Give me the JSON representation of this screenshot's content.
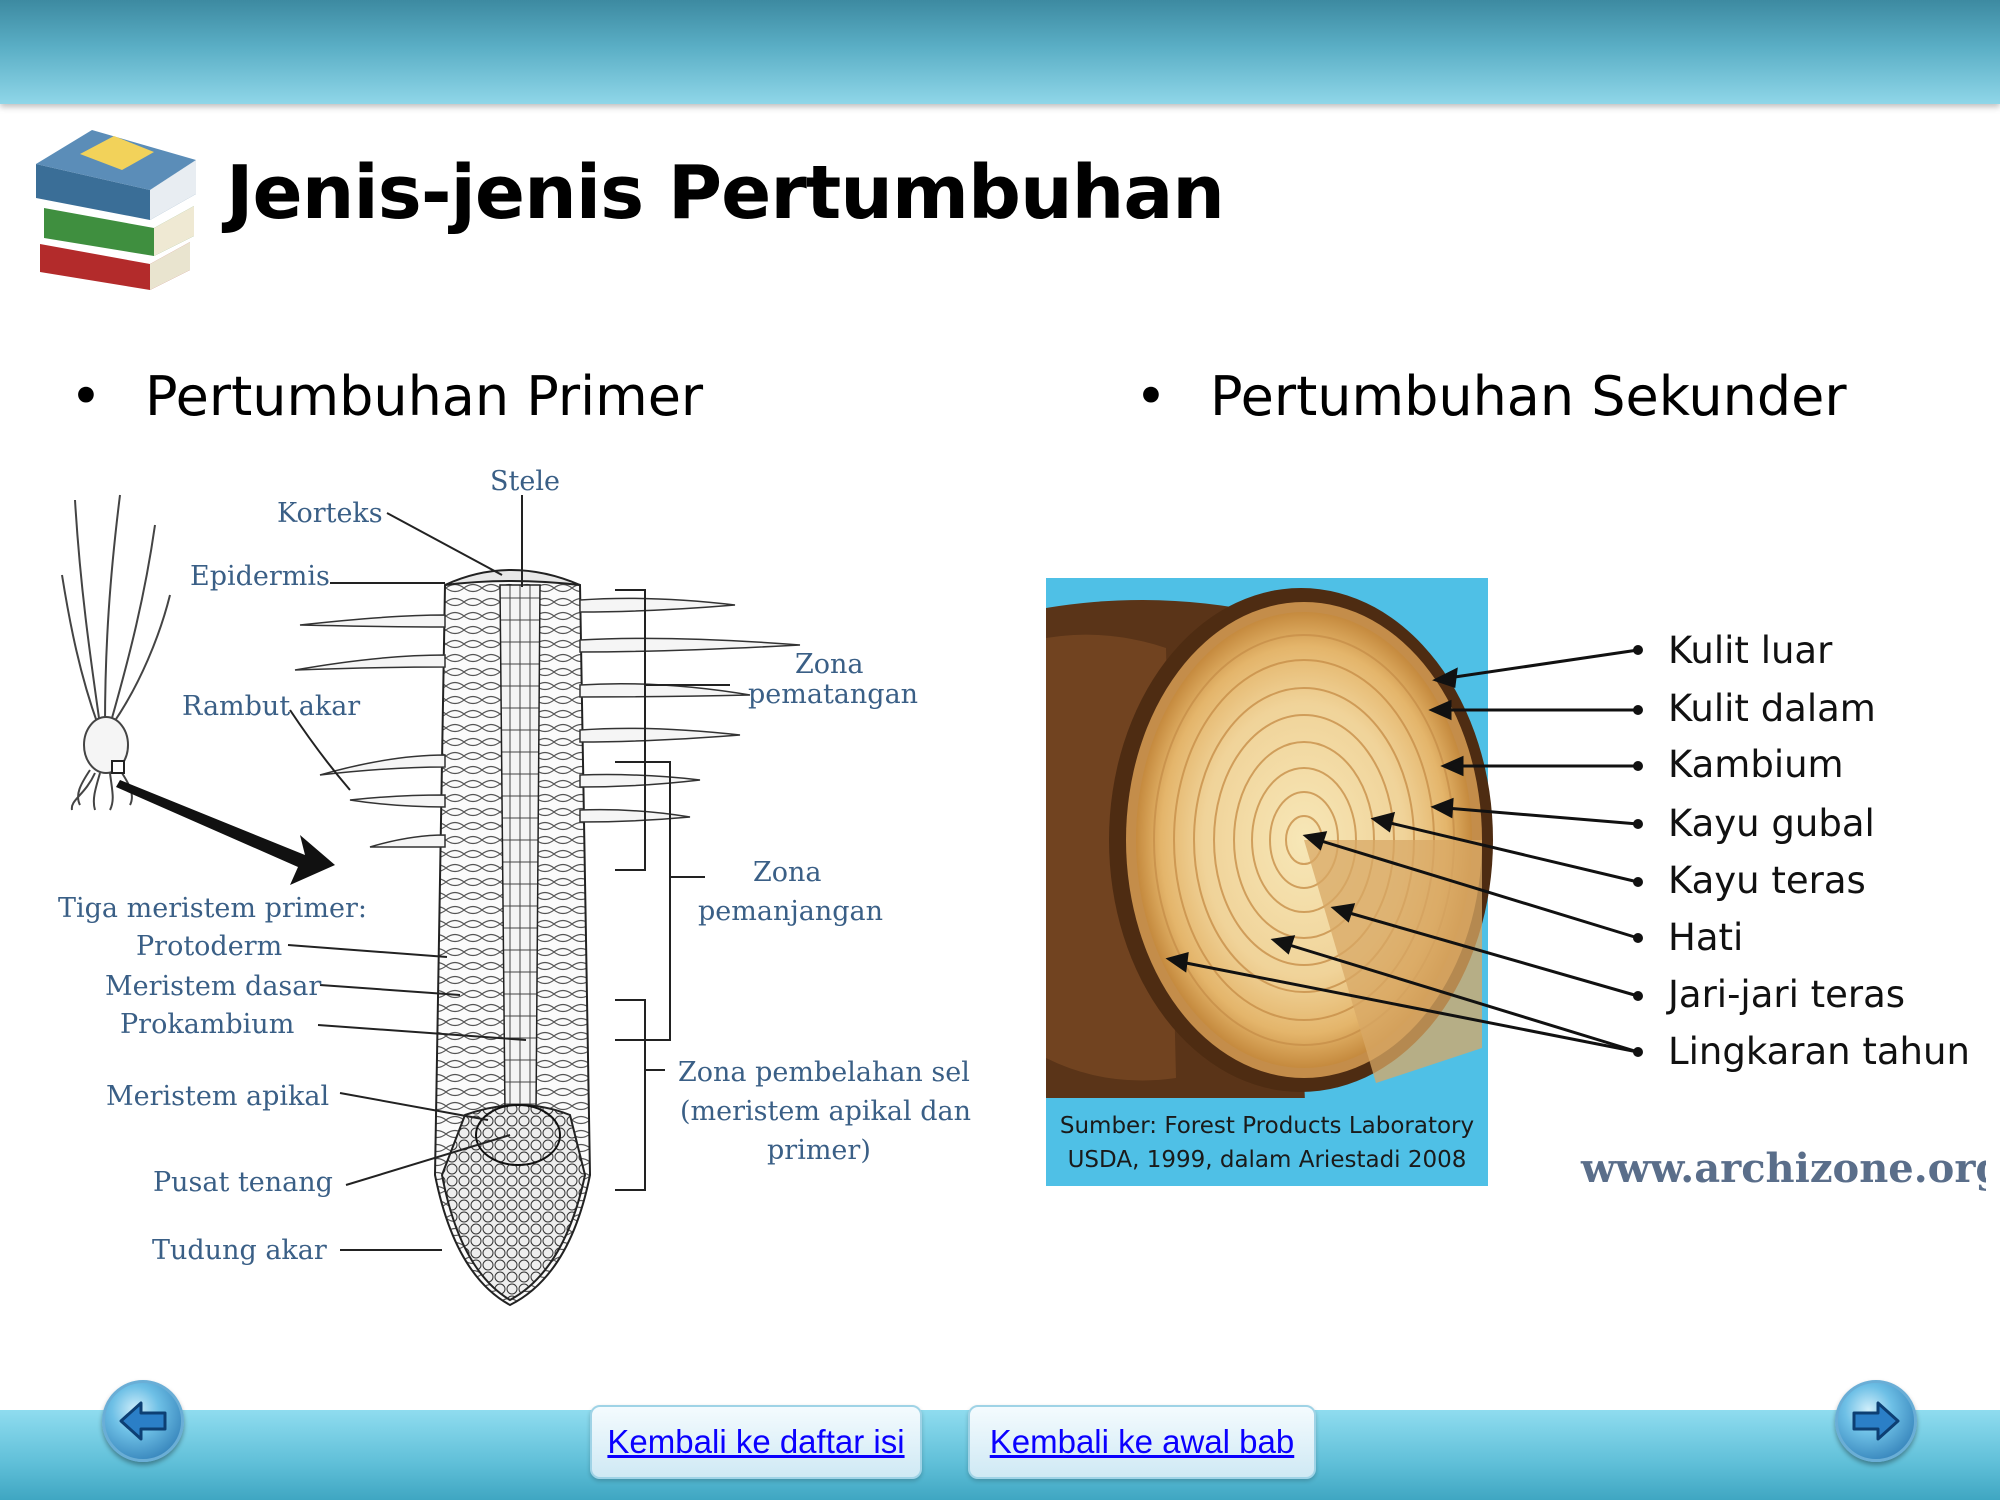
{
  "slide": {
    "title": "Jenis-jenis Pertumbuhan",
    "bullet_glyph": "•",
    "left_heading": "Pertumbuhan Primer",
    "right_heading": "Pertumbuhan Sekunder"
  },
  "primary_figure": {
    "labels": {
      "stele": "Stele",
      "korteks": "Korteks",
      "epidermis": "Epidermis",
      "rambut_akar": "Rambut akar",
      "zona_pematangan_1": "Zona",
      "zona_pematangan_2": "pematangan",
      "zona_pemanjangan_1": "Zona",
      "zona_pemanjangan_2": "pemanjangan",
      "tiga_meristem": "Tiga meristem primer:",
      "protoderm": "Protoderm",
      "meristem_dasar": "Meristem dasar",
      "prokambium": "Prokambium",
      "meristem_apikal": "Meristem apikal",
      "zona_pembelahan_1": "Zona pembelahan sel",
      "zona_pembelahan_2": "(meristem apikal dan",
      "zona_pembelahan_3": "primer)",
      "pusat_tenang": "Pusat tenang",
      "tudung_akar": "Tudung akar"
    }
  },
  "secondary_figure": {
    "labels": [
      "Kulit luar",
      "Kulit dalam",
      "Kambium",
      "Kayu gubal",
      "Kayu teras",
      "Hati",
      "Jari-jari teras",
      "Lingkaran tahun"
    ],
    "source_line_1": "Sumber: Forest Products Laboratory",
    "source_line_2": "USDA, 1999, dalam Ariestadi 2008",
    "watermark": "www.archizone.org"
  },
  "navigation": {
    "back_icon": "arrow-left-icon",
    "next_icon": "arrow-right-icon",
    "toc_link": "Kembali ke daftar isi",
    "chapter_link": "Kembali ke awal bab"
  },
  "colors": {
    "top_bar": "#5aaec5",
    "bottom_bar": "#5fbfd8",
    "link": "#0a00ff",
    "left_label": "#3a5f86"
  }
}
